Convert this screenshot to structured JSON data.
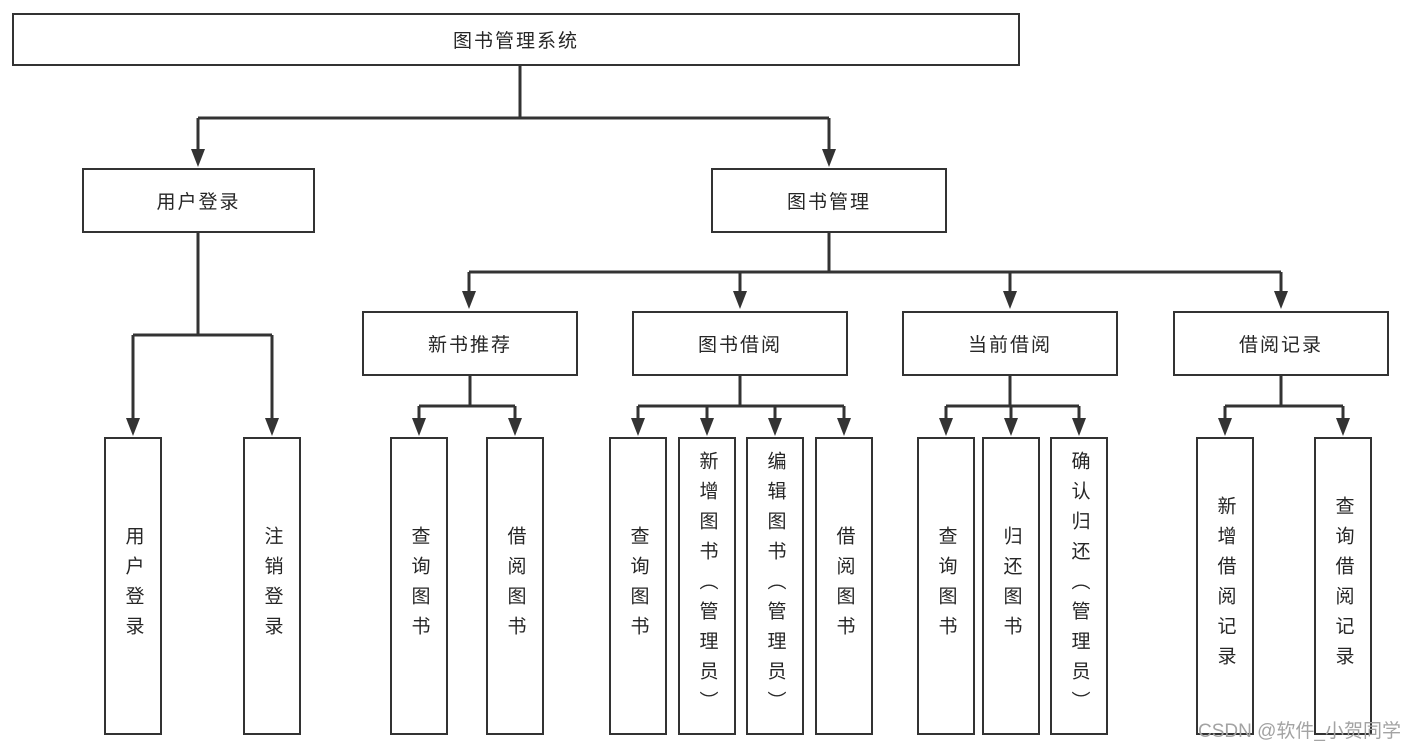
{
  "page": {
    "background": "#ffffff"
  },
  "style": {
    "line_color": "#333333",
    "box_border_color": "#333333",
    "text_color": "#262626",
    "watermark_color": "#a3a3a3"
  },
  "tree": {
    "root": {
      "label": "图书管理系统"
    },
    "level2": [
      {
        "label": "用户登录",
        "children": [
          {
            "label": "用户登录"
          },
          {
            "label": "注销登录"
          }
        ]
      },
      {
        "label": "图书管理",
        "children": [
          {
            "label": "新书推荐",
            "children": [
              {
                "label": "查询图书"
              },
              {
                "label": "借阅图书"
              }
            ]
          },
          {
            "label": "图书借阅",
            "children": [
              {
                "label": "查询图书"
              },
              {
                "label": "新增图书（管理员）"
              },
              {
                "label": "编辑图书（管理员）"
              },
              {
                "label": "借阅图书"
              }
            ]
          },
          {
            "label": "当前借阅",
            "children": [
              {
                "label": "查询图书"
              },
              {
                "label": "归还图书"
              },
              {
                "label": "确认归还（管理员）"
              }
            ]
          },
          {
            "label": "借阅记录",
            "children": [
              {
                "label": "新增借阅记录"
              },
              {
                "label": "查询借阅记录"
              }
            ]
          }
        ]
      }
    ]
  },
  "watermark": {
    "text": "CSDN @软件_小贺同学"
  }
}
